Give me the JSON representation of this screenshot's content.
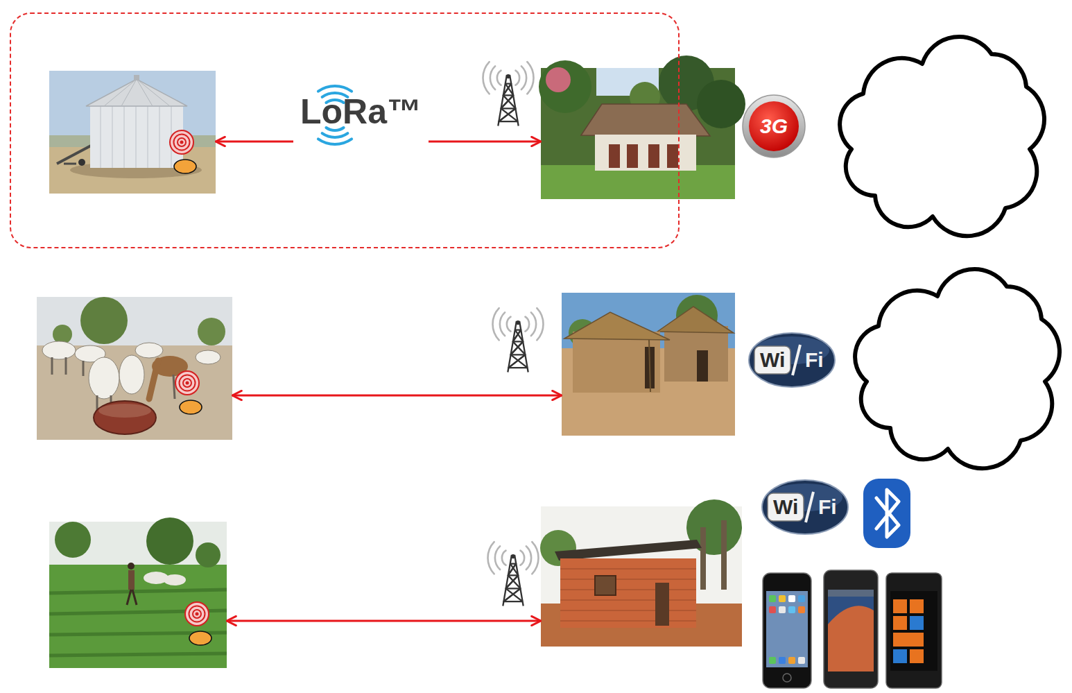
{
  "diagram": {
    "nodes": [
      {
        "text": []
      },
      {
        "text": [],
        "in": 0
      },
      {
        "text": [],
        "in": 0
      },
      {
        "text": []
      },
      {
        "text": []
      },
      {
        "text": []
      },
      {
        "text": []
      }
    ],
    "edges": [
      {
        "from": 1,
        "to": 2,
        "arrow": "both",
        "label": "LoRa™"
      },
      {
        "from": 3,
        "to": 4,
        "arrow": "both"
      },
      {
        "from": 5,
        "to": 6,
        "arrow": "both"
      }
    ],
    "labels": [
      "3G",
      "Wi",
      "Fi",
      "Wi",
      "Fi"
    ]
  }
}
